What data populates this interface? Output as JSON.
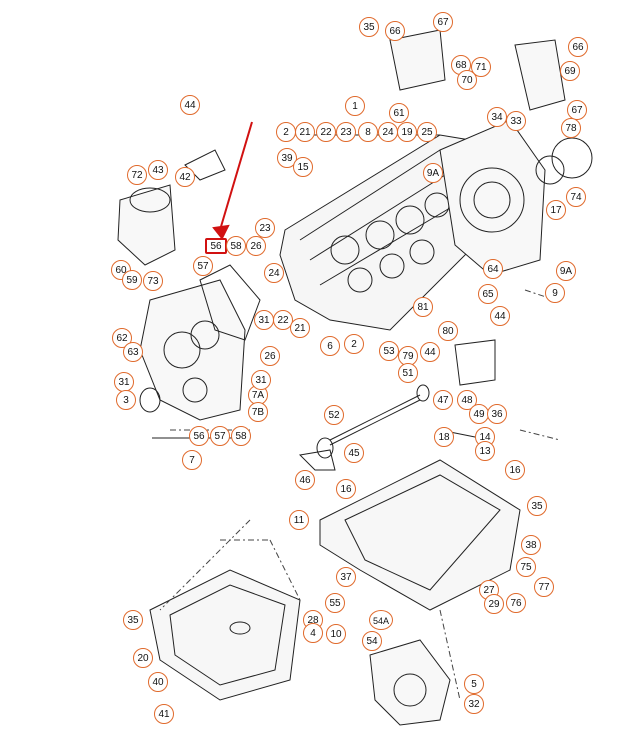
{
  "diagram": {
    "accent_color": "#e06a2c",
    "highlight_color": "#d11111",
    "highlighted_part": "56",
    "callouts": [
      "35",
      "66",
      "67",
      "68",
      "71",
      "70",
      "66",
      "69",
      "67",
      "78",
      "34",
      "33",
      "61",
      "1",
      "44",
      "2",
      "21",
      "22",
      "23",
      "8",
      "24",
      "19",
      "25",
      "39",
      "15",
      "9A",
      "72",
      "43",
      "42",
      "23",
      "56",
      "58",
      "26",
      "57",
      "24",
      "17",
      "74",
      "64",
      "60",
      "59",
      "73",
      "9A",
      "9",
      "65",
      "31",
      "22",
      "21",
      "81",
      "44",
      "62",
      "63",
      "26",
      "80",
      "6",
      "2",
      "53",
      "79",
      "44",
      "51",
      "31",
      "3",
      "7A",
      "7B",
      "47",
      "48",
      "49",
      "36",
      "52",
      "18",
      "14",
      "13",
      "45",
      "31",
      "56",
      "57",
      "58",
      "7",
      "16",
      "46",
      "16",
      "11",
      "35",
      "38",
      "37",
      "75",
      "27",
      "77",
      "76",
      "29",
      "55",
      "54A",
      "54",
      "28",
      "4",
      "10",
      "20",
      "40",
      "41",
      "5",
      "32",
      "35"
    ]
  }
}
